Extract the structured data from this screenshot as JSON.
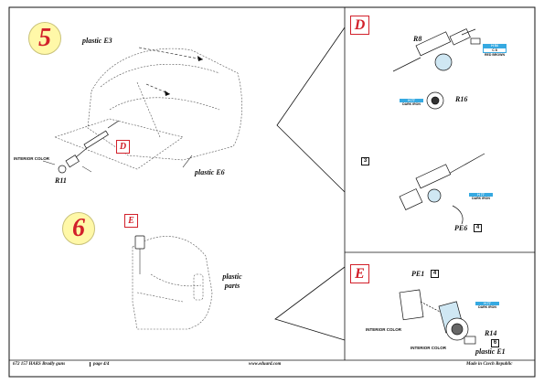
{
  "steps": {
    "step5": {
      "number": "5",
      "label_top": "plastic E3",
      "label_bottom": "plastic E6",
      "part": "R11",
      "interior_color": "INTERIOR COLOR",
      "ref_box": "D"
    },
    "step6": {
      "number": "6",
      "ref_box": "E",
      "label": "plastic parts"
    }
  },
  "section_d": {
    "letter": "D",
    "part_r8": "R8",
    "part_r16": "R16",
    "paint_top": {
      "code": "C 8",
      "code_top": "H 54",
      "name": "RED BROWN"
    },
    "paint_mid": {
      "code": "H 77",
      "name": "DARK IRON"
    },
    "variant_box": "3",
    "paint_low": {
      "code": "H 77",
      "name": "DARK IRON"
    },
    "part_pe6": "PE6",
    "pe6_box": "4"
  },
  "section_e": {
    "letter": "E",
    "part_pe1": "PE1",
    "pe1_box": "4",
    "interior_color_1": "INTERIOR COLOR",
    "interior_color_2": "INTERIOR COLOR",
    "paint": {
      "code": "H 77",
      "name": "DARK IRON"
    },
    "part_r14": "R14",
    "r14_box": "6",
    "plastic_e1": "plastic E1"
  },
  "footer": {
    "product": "672 157  HAKS Bradly guns",
    "page": "page 4/4",
    "website": "www.eduard.com",
    "origin": "Made in Czech Republic"
  }
}
